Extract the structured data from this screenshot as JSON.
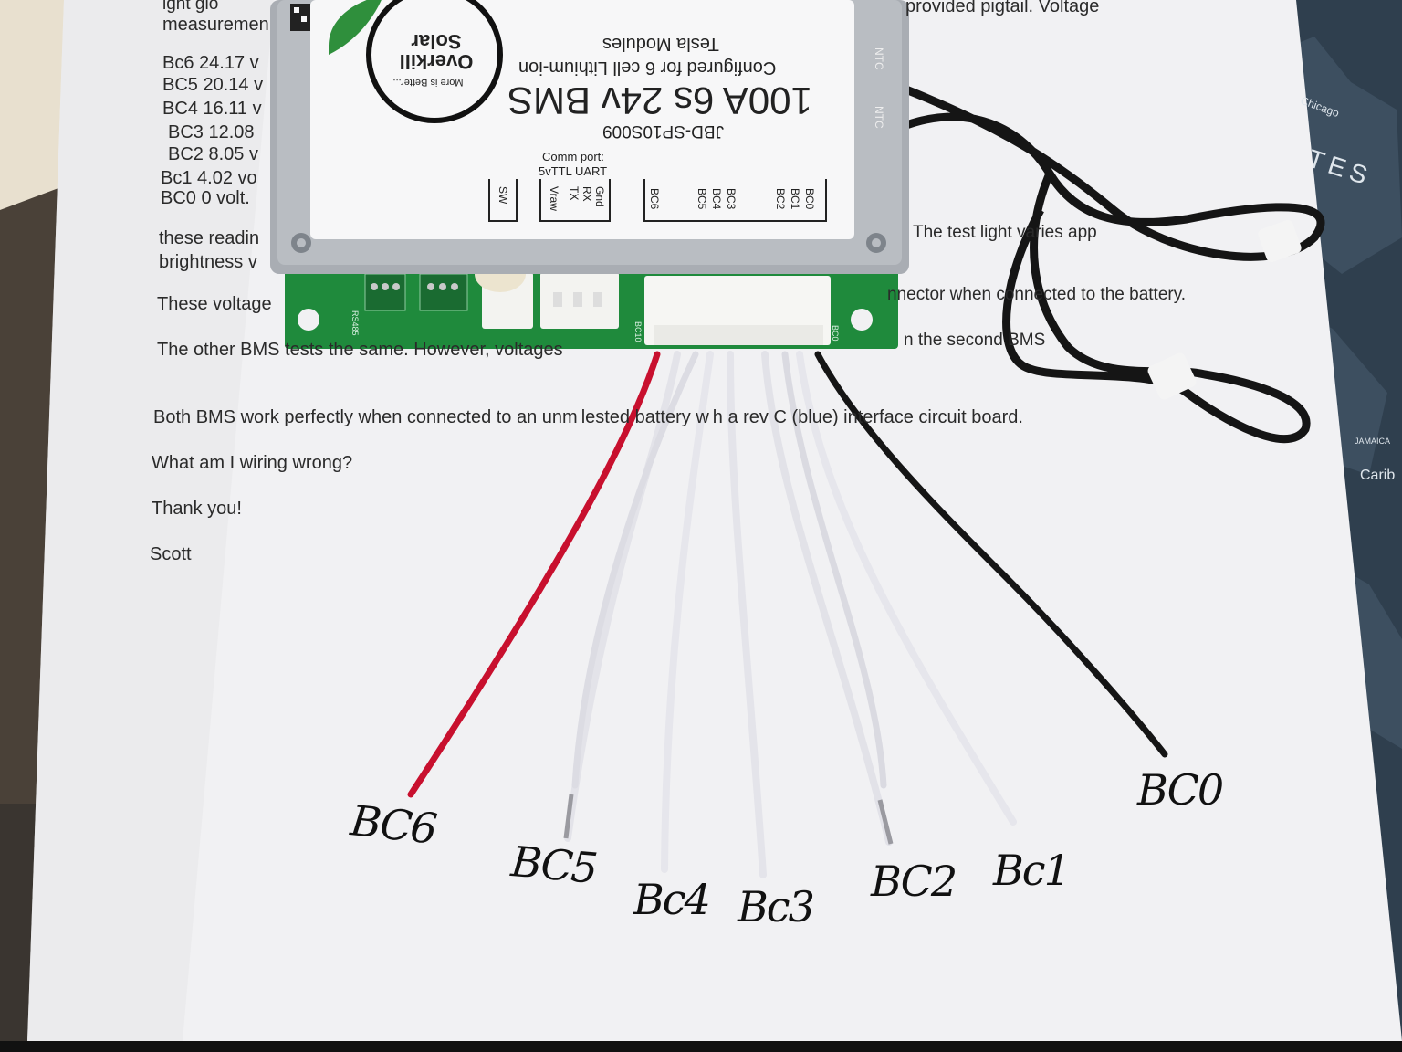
{
  "letter": {
    "measurement_fragment": "measuremen",
    "voltage_readings": [
      "Bc6 24.17 v",
      "BC5 20.14 v",
      "BC4 16.11 v",
      "BC3 12.08",
      "BC2 8.05 v",
      "Bc1 4.02 vo",
      "BC0 0 volt."
    ],
    "line_readings": "these readin",
    "line_brightness": "brightness v",
    "line_voltages": "These voltage",
    "line_other_bms": "The other BMS tests the same. However, voltages",
    "line_both_bms": "Both BMS work perfectly when connected to an unm",
    "line_both_bms_tail": "lested battery w",
    "line_both_bms_end": "h a rev C (blue) interface circuit board.",
    "line_question": "What am I wiring wrong?",
    "line_thanks": "Thank you!",
    "line_signature": "Scott",
    "right_top": "provided pigtail. Voltage",
    "right_test_light": "The test light varies app",
    "right_connector": "nnector when connected to the battery.",
    "right_second_bms": "n the second BMS"
  },
  "bms_label": {
    "brand_line1": "Overkill",
    "brand_line2": "Solar",
    "brand_tagline": "More is Better...",
    "model_title": "100A 6s 24v BMS",
    "config_line": "Configured for 6 cell Lithium-ion",
    "modules_line": "Tesla Modules",
    "part_number": "JBD-SP10S009",
    "comm_port_title": "Comm port:",
    "comm_port_type": "5vTTL UART",
    "comm_pins": [
      "Gnd",
      "RX",
      "TX",
      "Vraw"
    ],
    "sw_label": "SW",
    "bc_group_a": [
      "BC6",
      "BC5",
      "BC4",
      "BC3"
    ],
    "bc_group_b": [
      "BC2",
      "BC1",
      "BC0"
    ],
    "ntc_left": "NTC",
    "ntc_right": "NTC"
  },
  "pcb": {
    "rs485": "RS485",
    "bc10": "BC10",
    "bc0": "BC0"
  },
  "map": {
    "chicago": "Chicago",
    "states_fragment": "TES",
    "jamaica": "JAMAICA",
    "caribbean": "Carib"
  },
  "wire_labels": [
    "BC6",
    "BC5",
    "Bc4",
    "Bc3",
    "BC2",
    "Bc1",
    "BC0"
  ],
  "colors": {
    "pcb_green": "#1f8a3c",
    "wire_red": "#c8102e",
    "wire_black": "#151515",
    "wire_white": "#e9e9ee",
    "paper": "#f1f1f3"
  }
}
